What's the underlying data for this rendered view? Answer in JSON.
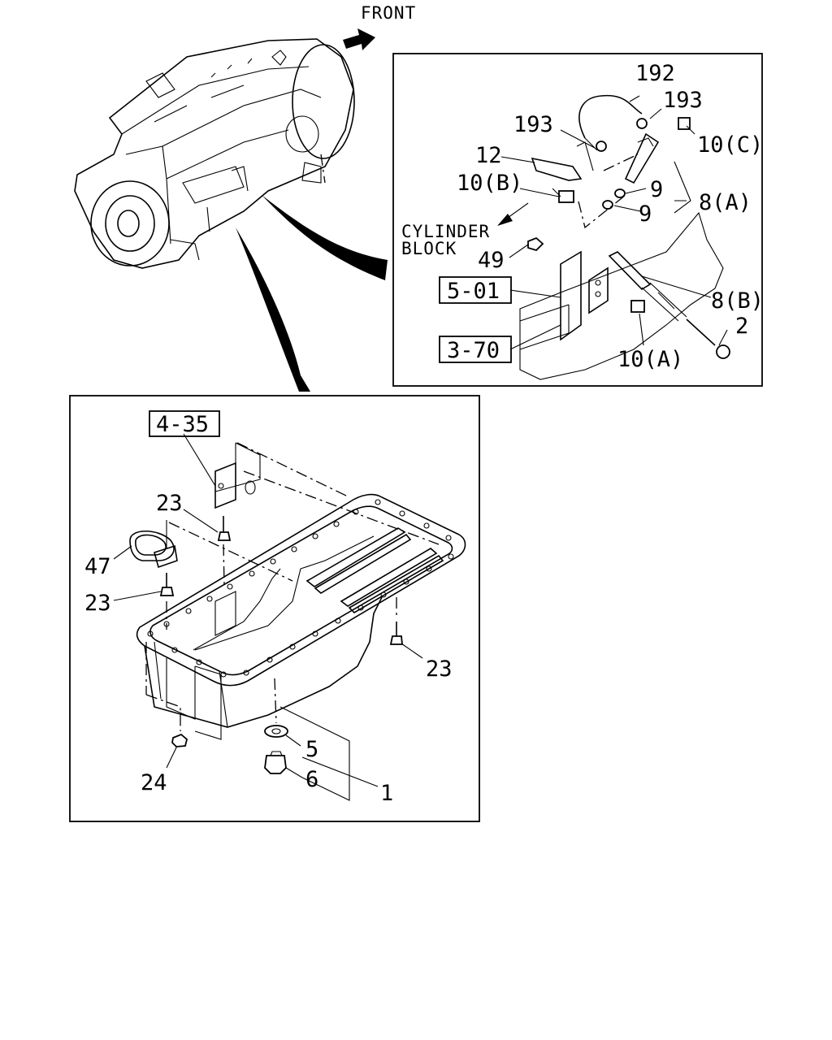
{
  "diagram": {
    "front_label": "FRONT",
    "cylinder_block_label": [
      "CYLINDER",
      "BLOCK"
    ],
    "refs": {
      "r_5_01": "5-01",
      "r_3_70": "3-70",
      "r_4_35": "4-35"
    },
    "upper_callouts": {
      "c192": "192",
      "c193a": "193",
      "c193b": "193",
      "c10c": "10(C)",
      "c12": "12",
      "c10b": "10(B)",
      "c9a": "9",
      "c9b": "9",
      "c8a": "8(A)",
      "c49": "49",
      "c8b": "8(B)",
      "c2": "2",
      "c10a": "10(A)"
    },
    "lower_callouts": {
      "c23a": "23",
      "c47": "47",
      "c23b": "23",
      "c23c": "23",
      "c24": "24",
      "c5": "5",
      "c6": "6",
      "c1": "1"
    }
  }
}
